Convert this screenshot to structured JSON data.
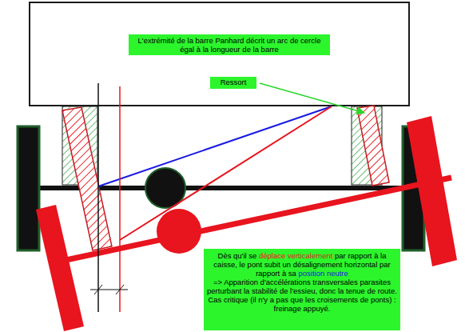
{
  "diagram": {
    "nodes": [
      {
        "text": [
          "L'extrémité de la barre Panhard décrit un arc de cercle égal à la longueur de la barre"
        ]
      },
      {
        "text": [
          "Ressort"
        ]
      },
      {
        "text": [
          "Dès qu'il se",
          "déplace verticalement",
          "par rapport à la caisse, le pont subit un désalignement horizontal par rapport à sa",
          "position neutre",
          "=> Apparition d'accélérations transversales parasites perturbant la stabilité de l'essieu, donc la tenue de route.",
          "Cas critique (il n'y a pas que les croisements de ponts) : freinage appuyé."
        ]
      }
    ]
  }
}
